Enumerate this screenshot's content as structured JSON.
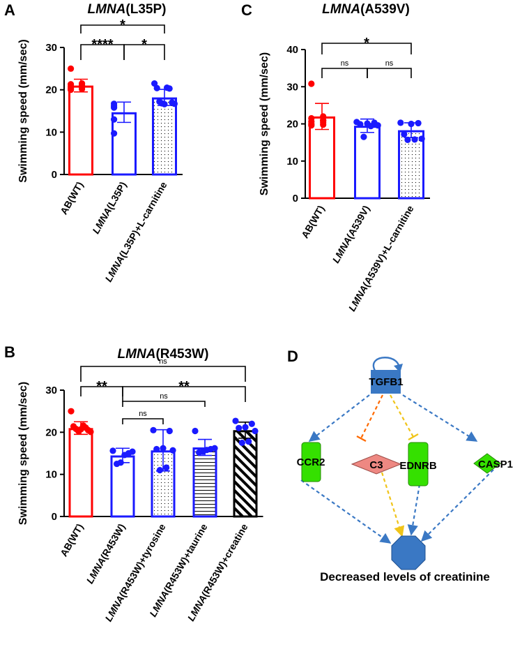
{
  "panels": {
    "A": {
      "label": "A",
      "chart_data": {
        "type": "bar",
        "title_gene": "LMNA",
        "title_variant": "(L35P)",
        "ylabel": "Swimming speed (mm/sec)",
        "ylim": [
          0,
          30
        ],
        "yticks": [
          0,
          10,
          20,
          30
        ],
        "categories": [
          {
            "italic": "",
            "rest": "AB(WT)"
          },
          {
            "italic": "LMNA",
            "rest": "(L35P)"
          },
          {
            "italic": "LMNA",
            "rest": "(L35P)+L-carnitine"
          }
        ],
        "colors": [
          "#ff0000",
          "#1a1aff",
          "#1a1aff"
        ],
        "fills": [
          "none",
          "none",
          "dots"
        ],
        "values": [
          21.0,
          14.7,
          18.2
        ],
        "errors": [
          1.5,
          2.4,
          1.9
        ],
        "points": [
          [
            25.0,
            21.5,
            21.3,
            21.1,
            20.8,
            20.6,
            20.4,
            20.2,
            20.0,
            20.9
          ],
          [
            16.7,
            16.2,
            15.8,
            13.0,
            9.7
          ],
          [
            21.5,
            20.5,
            20.4,
            20.3,
            17.2,
            17.0,
            16.8,
            16.7,
            16.6
          ]
        ],
        "comparisons": [
          {
            "from": 0,
            "to": 1,
            "label": "****"
          },
          {
            "from": 1,
            "to": 2,
            "label": "*"
          },
          {
            "from": 0,
            "to": 2,
            "label": "*"
          }
        ]
      }
    },
    "B": {
      "label": "B",
      "chart_data": {
        "type": "bar",
        "title_gene": "LMNA",
        "title_variant": "(R453W)",
        "ylabel": "Swimming speed (mm/sec)",
        "ylim": [
          0,
          30
        ],
        "yticks": [
          0,
          10,
          20,
          30
        ],
        "categories": [
          {
            "italic": "",
            "rest": "AB(WT)"
          },
          {
            "italic": "LMNA",
            "rest": "(R453W)"
          },
          {
            "italic": "LMNA",
            "rest": "(R453W)+tyrosine"
          },
          {
            "italic": "LMNA",
            "rest": "(R453W)+taurine"
          },
          {
            "italic": "LMNA",
            "rest": "(R453W)+creatine"
          }
        ],
        "colors": [
          "#ff0000",
          "#1a1aff",
          "#1a1aff",
          "#1a1aff",
          "#000000"
        ],
        "fills": [
          "none",
          "none",
          "dots",
          "hlines",
          "diag"
        ],
        "values": [
          21.0,
          14.5,
          15.7,
          16.4,
          20.5
        ],
        "errors": [
          1.5,
          1.7,
          4.9,
          1.9,
          1.9
        ],
        "points": [
          [
            25.0,
            21.6,
            21.4,
            21.1,
            20.8,
            20.5,
            20.3,
            20.1,
            20.7
          ],
          [
            15.6,
            15.4,
            15.0,
            14.6,
            12.8,
            12.5
          ],
          [
            20.5,
            20.3,
            16.2,
            16.0,
            15.7,
            11.6,
            11.0
          ],
          [
            20.3,
            16.2,
            16.0,
            15.8,
            15.4,
            15.2
          ],
          [
            22.7,
            22.0,
            21.2,
            21.0,
            20.3,
            17.8,
            17.5
          ]
        ],
        "comparisons": [
          {
            "from": 0,
            "to": 1,
            "label": "**"
          },
          {
            "from": 1,
            "to": 2,
            "label": "ns"
          },
          {
            "from": 1,
            "to": 3,
            "label": "ns"
          },
          {
            "from": 1,
            "to": 4,
            "label": "**"
          },
          {
            "from": 0,
            "to": 4,
            "label": "ns"
          }
        ]
      }
    },
    "C": {
      "label": "C",
      "chart_data": {
        "type": "bar",
        "title_gene": "LMNA",
        "title_variant": "(A539V)",
        "ylabel": "Swimming speed (mm/sec)",
        "ylim": [
          0,
          40
        ],
        "yticks": [
          0,
          10,
          20,
          30,
          40
        ],
        "categories": [
          {
            "italic": "",
            "rest": "AB(WT)"
          },
          {
            "italic": "LMNA",
            "rest": "(A539V)"
          },
          {
            "italic": "LMNA",
            "rest": "(A539V)+L-carnitine"
          }
        ],
        "colors": [
          "#ff0000",
          "#1a1aff",
          "#1a1aff"
        ],
        "fills": [
          "none",
          "none",
          "dots"
        ],
        "values": [
          22.0,
          19.5,
          18.3
        ],
        "errors": [
          3.5,
          1.8,
          2.0
        ],
        "points": [
          [
            30.8,
            22.0,
            21.5,
            21.0,
            20.6,
            20.3,
            20.0,
            19.8,
            19.6,
            20.8
          ],
          [
            20.5,
            20.3,
            20.1,
            19.9,
            19.6,
            19.4,
            16.5
          ],
          [
            20.3,
            20.2,
            20.0,
            17.2,
            16.0,
            15.8,
            15.7
          ]
        ],
        "comparisons": [
          {
            "from": 0,
            "to": 1,
            "label": "ns"
          },
          {
            "from": 1,
            "to": 2,
            "label": "ns"
          },
          {
            "from": 0,
            "to": 2,
            "label": "*"
          }
        ]
      }
    },
    "D": {
      "label": "D",
      "network": {
        "nodes": {
          "tgfb1": "TGFB1",
          "ccr2": "CCR2",
          "c3": "C3",
          "ednrb": "EDNRB",
          "casp1": "CASP1"
        },
        "target": "Decreased levels of creatinine",
        "colors": {
          "upstream": "#3a78c4",
          "down": "#35e000",
          "up": "#ee8882",
          "edge_blue": "#3a78c4",
          "edge_orange": "#ff6a00",
          "edge_yellow": "#f0c419"
        }
      }
    }
  }
}
